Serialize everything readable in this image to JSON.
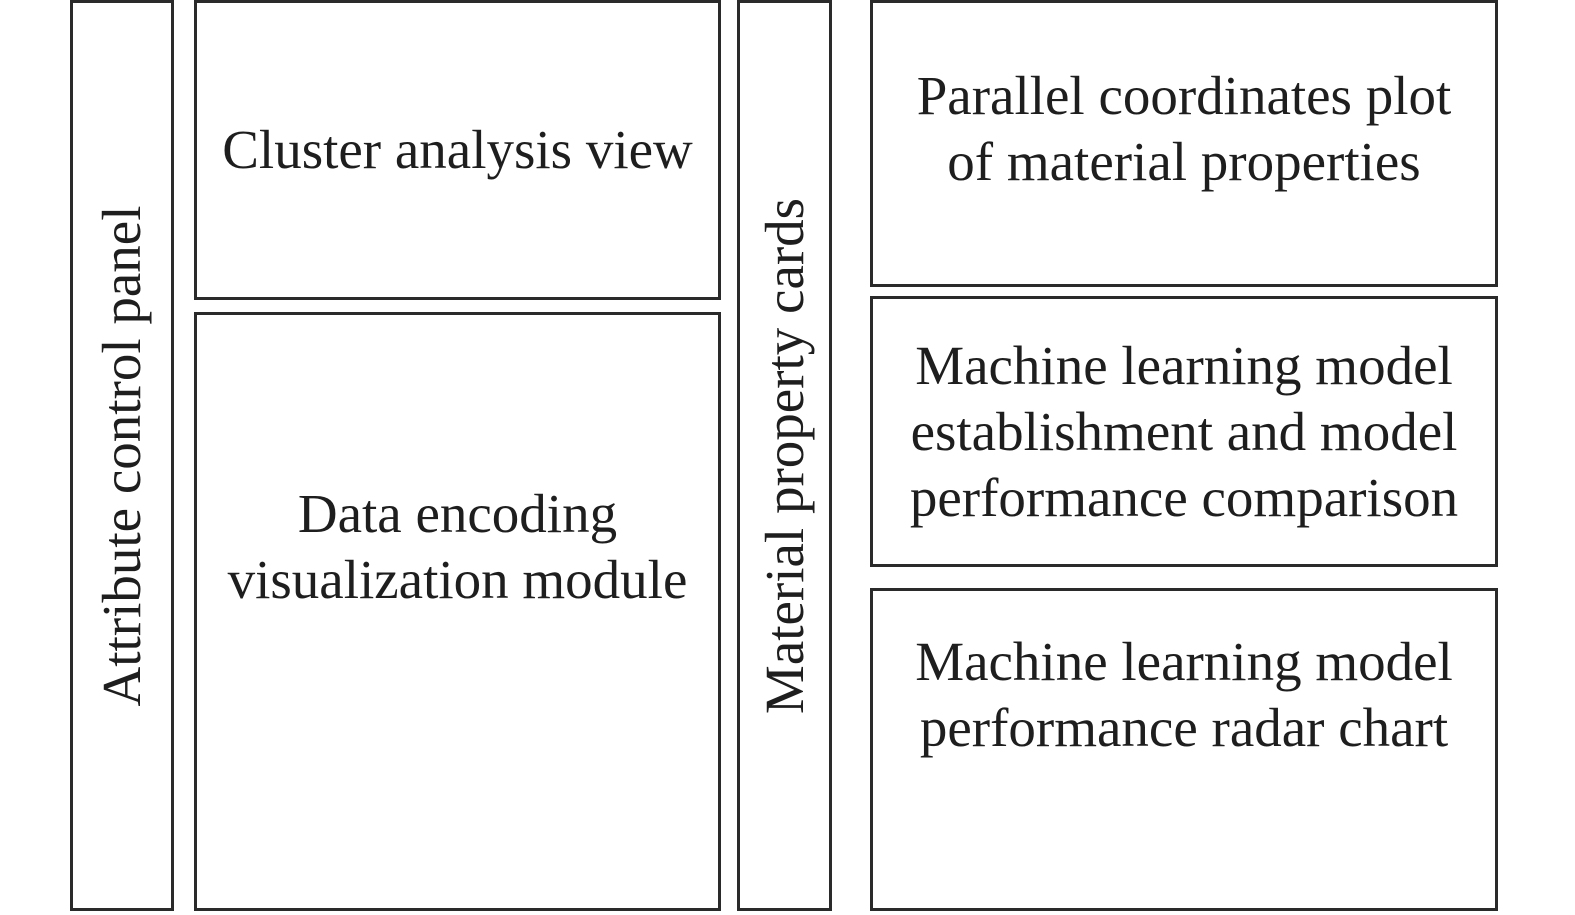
{
  "left_panel": {
    "title": "Attribute control panel"
  },
  "middle_left": {
    "top_box": "Cluster analysis view",
    "bottom_box": "Data encoding\nvisualization module"
  },
  "middle_right": {
    "title": "Material property cards"
  },
  "right_column": {
    "top_box": "Parallel coordinates plot\nof material properties",
    "middle_box": "Machine learning model\nestablishment and model\nperformance comparison",
    "bottom_box": "Machine learning model\nperformance radar chart"
  }
}
